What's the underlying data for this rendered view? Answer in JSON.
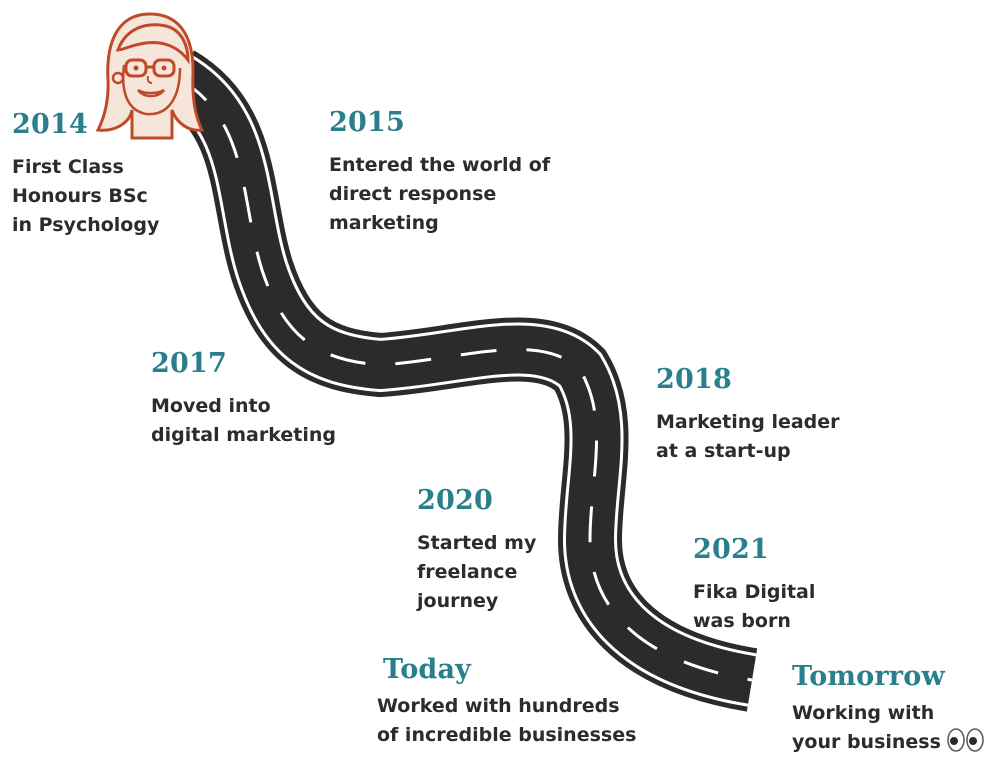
{
  "milestones": [
    {
      "id": "2014",
      "year": "2014",
      "text": "First Class\nHonours BSc\nin Psychology"
    },
    {
      "id": "2015",
      "year": "2015",
      "text": "Entered the world of\ndirect response\nmarketing"
    },
    {
      "id": "2017",
      "year": "2017",
      "text": "Moved into\ndigital marketing"
    },
    {
      "id": "2018",
      "year": "2018",
      "text": "Marketing leader\nat a start-up"
    },
    {
      "id": "2020",
      "year": "2020",
      "text": "Started my\nfreelance\njourney"
    },
    {
      "id": "2021",
      "year": "2021",
      "text": "Fika Digital\nwas born"
    },
    {
      "id": "today",
      "year": "Today",
      "text": "Worked with hundreds\nof incredible businesses"
    },
    {
      "id": "tomorrow",
      "year": "Tomorrow",
      "text": "Working with\nyour business"
    }
  ],
  "colors": {
    "year": "#2a7f8c",
    "text": "#2c2c2c",
    "road": "#2b2b2b",
    "road_edge": "#ffffff",
    "avatar_outline": "#c0492b",
    "avatar_skin": "#f6e6da"
  },
  "icons": {
    "avatar": "woman-with-glasses-illustration",
    "eyes": "eyes-emoji-icon"
  }
}
